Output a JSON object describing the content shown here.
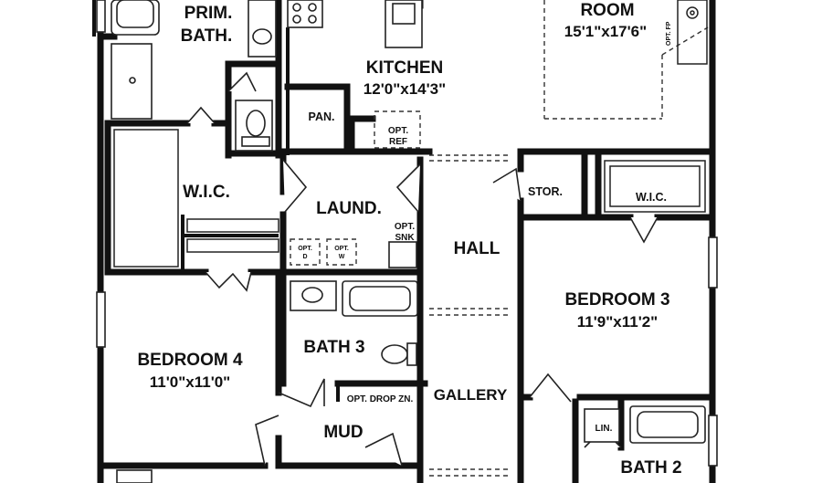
{
  "rooms": {
    "prim_bath": {
      "line1": "PRIM.",
      "line2": "BATH."
    },
    "room": {
      "name": "ROOM",
      "dims": "15'1\"x17'6\""
    },
    "kitchen": {
      "name": "KITCHEN",
      "dims": "12'0\"x14'3\""
    },
    "pantry": "PAN.",
    "opt_ref": {
      "line1": "OPT.",
      "line2": "REF"
    },
    "wic_primary": "W.I.C.",
    "laundry": "LAUND.",
    "opt_sink": {
      "line1": "OPT.",
      "line2": "SNK"
    },
    "opt_d": {
      "line1": "OPT.",
      "line2": "D"
    },
    "opt_w": {
      "line1": "OPT.",
      "line2": "W"
    },
    "hall": "HALL",
    "storage": "STOR.",
    "wic_bed3": "W.I.C.",
    "bedroom3": {
      "name": "BEDROOM 3",
      "dims": "11'9\"x11'2\""
    },
    "bedroom4": {
      "name": "BEDROOM 4",
      "dims": "11'0\"x11'0\""
    },
    "bath3": "BATH 3",
    "opt_drop_zone": "OPT. DROP ZN.",
    "gallery": "GALLERY",
    "mud": "MUD",
    "linen": "LIN.",
    "bath2": "BATH 2",
    "opt_fireplace": "OPT. FP"
  }
}
